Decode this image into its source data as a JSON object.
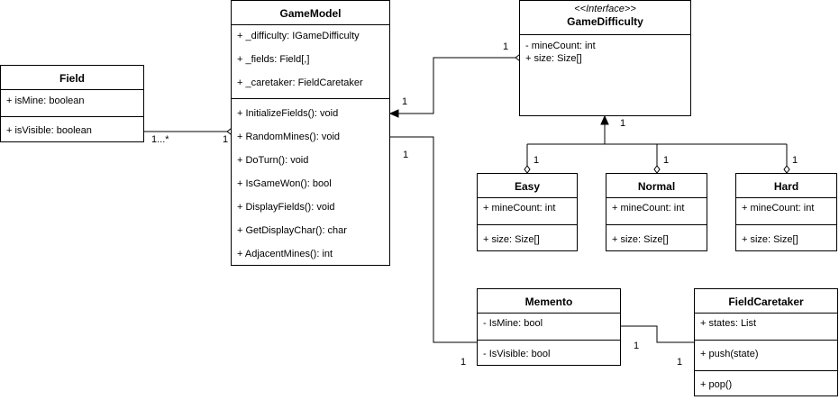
{
  "classes": {
    "field": {
      "name": "Field",
      "attributes": [
        "+ isMine: boolean"
      ],
      "methods": [
        "+ isVisible: boolean"
      ]
    },
    "game_model": {
      "name": "GameModel",
      "attributes": [
        "+ _difficulty: IGameDifficulty",
        "+ _fields: Field[,]",
        "+ _caretaker: FieldCaretaker"
      ],
      "methods": [
        "+ InitializeFields(): void",
        "+ RandomMines(): void",
        "+ DoTurn(): void",
        "+ IsGameWon(): bool",
        "+ DisplayFields(): void",
        "+ GetDisplayChar(): char",
        "+ AdjacentMines(): int"
      ]
    },
    "game_difficulty": {
      "stereotype": "<<Interface>>",
      "name": "GameDifficulty",
      "attributes": [
        "- mineCount: int",
        "+ size: Size[]"
      ]
    },
    "easy": {
      "name": "Easy",
      "attributes": [
        "+ mineCount: int"
      ],
      "methods": [
        "+ size: Size[]"
      ]
    },
    "normal": {
      "name": "Normal",
      "attributes": [
        "+ mineCount: int"
      ],
      "methods": [
        "+ size: Size[]"
      ]
    },
    "hard": {
      "name": "Hard",
      "attributes": [
        "+ mineCount: int"
      ],
      "methods": [
        "+ size: Size[]"
      ]
    },
    "memento": {
      "name": "Memento",
      "attributes": [
        "- IsMine: bool"
      ],
      "methods": [
        "- IsVisible: bool"
      ]
    },
    "field_caretaker": {
      "name": "FieldCaretaker",
      "attributes": [
        "+ states: List"
      ],
      "methods": [
        "+ push(state)",
        "+ pop()"
      ]
    }
  },
  "multiplicities": {
    "field_many": "1...*",
    "gamemodel_field_one": "1",
    "gamemodel_difficulty_one": "1",
    "difficulty_one": "1",
    "gamemodel_memento_one": "1",
    "difficulty_inherit_one": "1",
    "easy_one": "1",
    "normal_one": "1",
    "hard_one": "1",
    "memento_caretaker_one": "1",
    "memento_bottom_one": "1",
    "caretaker_one": "1"
  }
}
